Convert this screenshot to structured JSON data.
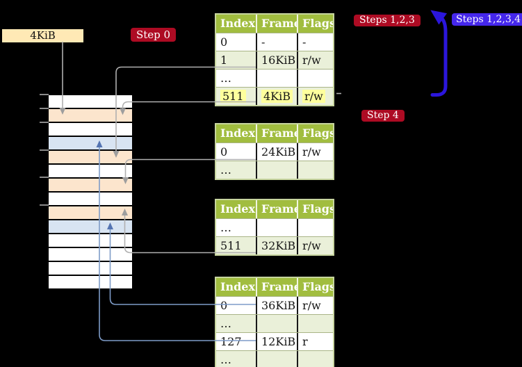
{
  "colors": {
    "background": "#000000",
    "badge_red": "#ad0b23",
    "badge_blue": "#4527ec",
    "big_arrow_blue": "#2b16dc",
    "table_header_green": "#a1bd3f",
    "table_row_tint_green": "#eaf0d9",
    "table_border_green": "#c7d59f",
    "highlight_yellow": "#feff9d",
    "memory_free_white": "#ffffff",
    "memory_table_frame_orange": "#fce5cd",
    "memory_page_frame_blue": "#d8e4f2",
    "connector_gray": "#b0b0b0",
    "connector_blue": "#7e9cc8",
    "page_size_box_bg": "#ffe9b5"
  },
  "page_size_label": "4KiB",
  "badges": {
    "step0": "Step 0",
    "steps123": "Steps 1,2,3",
    "steps1234": "Steps 1,2,3,4",
    "step4": "Step 4"
  },
  "memory_column": {
    "rows": [
      {
        "type": "free"
      },
      {
        "type": "table-frame"
      },
      {
        "type": "free"
      },
      {
        "type": "page-frame"
      },
      {
        "type": "table-frame"
      },
      {
        "type": "free"
      },
      {
        "type": "table-frame"
      },
      {
        "type": "free"
      },
      {
        "type": "table-frame"
      },
      {
        "type": "page-frame"
      },
      {
        "type": "free"
      },
      {
        "type": "free"
      },
      {
        "type": "free"
      },
      {
        "type": "free"
      }
    ],
    "tick_tops": [
      135,
      155,
      175,
      214.5,
      254,
      294
    ]
  },
  "page_tables": [
    {
      "id": "page-table-1",
      "headers": [
        "Index",
        "Frame",
        "Flags"
      ],
      "rows": [
        {
          "index": "0",
          "frame": "-",
          "flags": "-",
          "tint": false,
          "highlight": false
        },
        {
          "index": "1",
          "frame": "16KiB",
          "flags": "r/w",
          "tint": true,
          "highlight": false
        },
        {
          "index": "…",
          "frame": "",
          "flags": "",
          "tint": false,
          "highlight": false
        },
        {
          "index": "511",
          "frame": "4KiB",
          "flags": "r/w",
          "tint": true,
          "highlight": true
        }
      ]
    },
    {
      "id": "page-table-2",
      "headers": [
        "Index",
        "Frame",
        "Flags"
      ],
      "rows": [
        {
          "index": "0",
          "frame": "24KiB",
          "flags": "r/w",
          "tint": false,
          "highlight": false
        },
        {
          "index": "…",
          "frame": "",
          "flags": "",
          "tint": true,
          "highlight": false
        }
      ]
    },
    {
      "id": "page-table-3",
      "headers": [
        "Index",
        "Frame",
        "Flags"
      ],
      "rows": [
        {
          "index": "…",
          "frame": "",
          "flags": "",
          "tint": false,
          "highlight": false
        },
        {
          "index": "511",
          "frame": "32KiB",
          "flags": "r/w",
          "tint": true,
          "highlight": false
        }
      ]
    },
    {
      "id": "page-table-4",
      "headers": [
        "Index",
        "Frame",
        "Flags"
      ],
      "rows": [
        {
          "index": "0",
          "frame": "36KiB",
          "flags": "r/w",
          "tint": false,
          "highlight": false
        },
        {
          "index": "…",
          "frame": "",
          "flags": "",
          "tint": true,
          "highlight": false
        },
        {
          "index": "127",
          "frame": "12KiB",
          "flags": "r",
          "tint": false,
          "highlight": false
        },
        {
          "index": "…",
          "frame": "",
          "flags": "",
          "tint": true,
          "highlight": false
        }
      ]
    }
  ]
}
